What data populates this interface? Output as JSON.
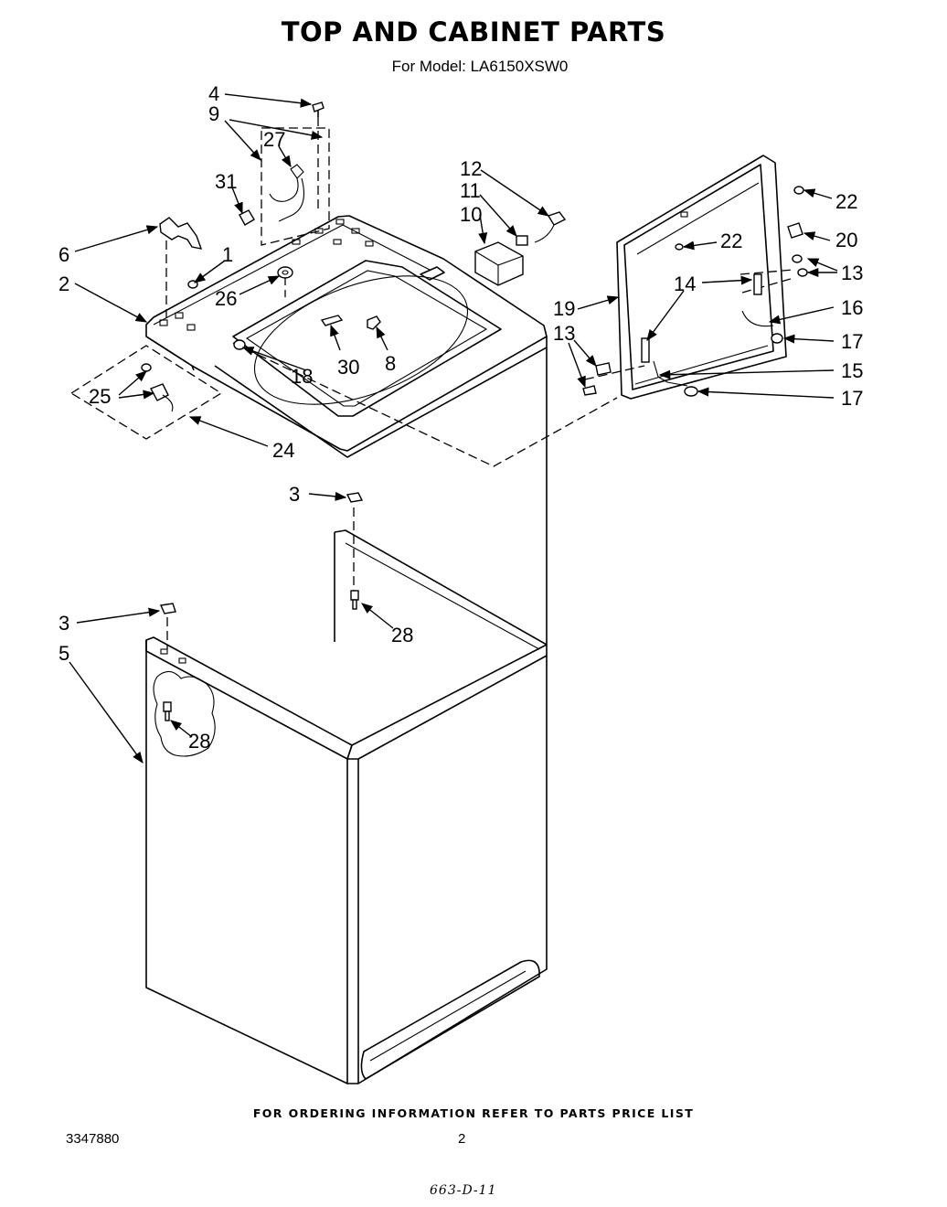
{
  "header": {
    "title": "TOP AND CABINET PARTS",
    "subtitle": "For Model: LA6150XSW0"
  },
  "callouts": [
    "1",
    "2",
    "3",
    "3",
    "4",
    "5",
    "6",
    "8",
    "9",
    "10",
    "11",
    "12",
    "13",
    "13",
    "14",
    "15",
    "16",
    "17",
    "17",
    "18",
    "19",
    "20",
    "22",
    "22",
    "24",
    "25",
    "26",
    "27",
    "28",
    "28",
    "30",
    "31"
  ],
  "footer": {
    "ordering_note": "FOR ORDERING INFORMATION REFER TO PARTS PRICE LIST",
    "document_number": "3347880",
    "page_number": "2",
    "handwritten_note": "663-D-11"
  }
}
